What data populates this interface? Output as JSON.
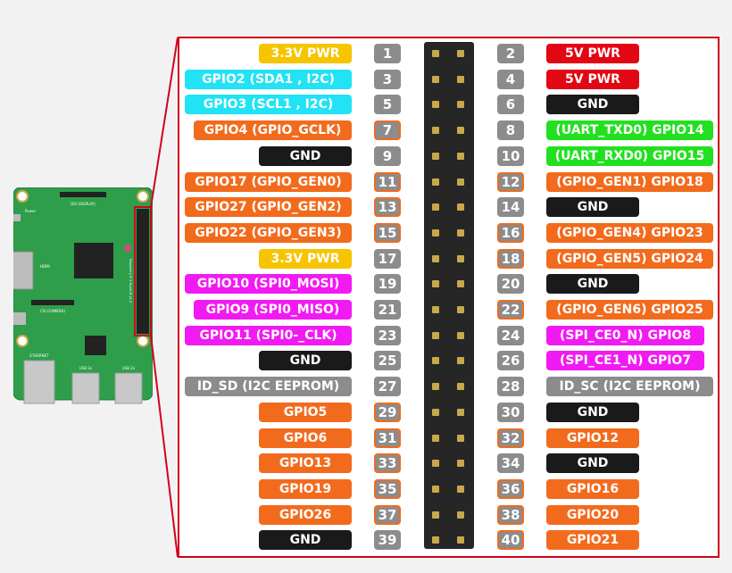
{
  "colors": {
    "power33": "#f6c400",
    "power5": "#e30613",
    "ground": "#1a1a1a",
    "i2c": "#21e3f5",
    "gpio": "#f26b1d",
    "uart": "#22e020",
    "spi": "#f21af2",
    "eeprom": "#8c8c8c",
    "pin_number": "#8c8c8c",
    "frame": "#d0021b",
    "header": "#262626",
    "board": "#2e9e4a"
  },
  "pins": [
    {
      "num": "1",
      "label": "3.3V PWR",
      "kind": "power33",
      "gpio": false
    },
    {
      "num": "2",
      "label": "5V PWR",
      "kind": "power5",
      "gpio": false
    },
    {
      "num": "3",
      "label": "GPIO2 (SDA1 , I2C)",
      "kind": "i2c",
      "gpio": false
    },
    {
      "num": "4",
      "label": "5V PWR",
      "kind": "power5",
      "gpio": false
    },
    {
      "num": "5",
      "label": "GPIO3 (SCL1 , I2C)",
      "kind": "i2c",
      "gpio": false
    },
    {
      "num": "6",
      "label": "GND",
      "kind": "ground",
      "gpio": false
    },
    {
      "num": "7",
      "label": "GPIO4 (GPIO_GCLK)",
      "kind": "gpio",
      "gpio": true
    },
    {
      "num": "8",
      "label": "(UART_TXD0) GPIO14",
      "kind": "uart",
      "gpio": false
    },
    {
      "num": "9",
      "label": "GND",
      "kind": "ground",
      "gpio": false
    },
    {
      "num": "10",
      "label": "(UART_RXD0) GPIO15",
      "kind": "uart",
      "gpio": false
    },
    {
      "num": "11",
      "label": "GPIO17 (GPIO_GEN0)",
      "kind": "gpio",
      "gpio": true
    },
    {
      "num": "12",
      "label": "(GPIO_GEN1) GPIO18",
      "kind": "gpio",
      "gpio": true
    },
    {
      "num": "13",
      "label": "GPIO27 (GPIO_GEN2)",
      "kind": "gpio",
      "gpio": true
    },
    {
      "num": "14",
      "label": "GND",
      "kind": "ground",
      "gpio": false
    },
    {
      "num": "15",
      "label": "GPIO22 (GPIO_GEN3)",
      "kind": "gpio",
      "gpio": true
    },
    {
      "num": "16",
      "label": "(GPIO_GEN4) GPIO23",
      "kind": "gpio",
      "gpio": true
    },
    {
      "num": "17",
      "label": "3.3V PWR",
      "kind": "power33",
      "gpio": false
    },
    {
      "num": "18",
      "label": "(GPIO_GEN5) GPIO24",
      "kind": "gpio",
      "gpio": true
    },
    {
      "num": "19",
      "label": "GPIO10 (SPI0_MOSI)",
      "kind": "spi",
      "gpio": false
    },
    {
      "num": "20",
      "label": "GND",
      "kind": "ground",
      "gpio": false
    },
    {
      "num": "21",
      "label": "GPIO9 (SPI0_MISO)",
      "kind": "spi",
      "gpio": false
    },
    {
      "num": "22",
      "label": "(GPIO_GEN6) GPIO25",
      "kind": "gpio",
      "gpio": true
    },
    {
      "num": "23",
      "label": "GPIO11 (SPI0-_CLK)",
      "kind": "spi",
      "gpio": false
    },
    {
      "num": "24",
      "label": "(SPI_CE0_N) GPIO8",
      "kind": "spi",
      "gpio": false
    },
    {
      "num": "25",
      "label": "GND",
      "kind": "ground",
      "gpio": false
    },
    {
      "num": "26",
      "label": "(SPI_CE1_N) GPIO7",
      "kind": "spi",
      "gpio": false
    },
    {
      "num": "27",
      "label": "ID_SD (I2C EEPROM)",
      "kind": "eeprom",
      "gpio": false
    },
    {
      "num": "28",
      "label": "ID_SC (I2C EEPROM)",
      "kind": "eeprom",
      "gpio": false
    },
    {
      "num": "29",
      "label": "GPIO5",
      "kind": "gpio",
      "gpio": true
    },
    {
      "num": "30",
      "label": "GND",
      "kind": "ground",
      "gpio": false
    },
    {
      "num": "31",
      "label": "GPIO6",
      "kind": "gpio",
      "gpio": true
    },
    {
      "num": "32",
      "label": "GPIO12",
      "kind": "gpio",
      "gpio": true
    },
    {
      "num": "33",
      "label": "GPIO13",
      "kind": "gpio",
      "gpio": true
    },
    {
      "num": "34",
      "label": "GND",
      "kind": "ground",
      "gpio": false
    },
    {
      "num": "35",
      "label": "GPIO19",
      "kind": "gpio",
      "gpio": true
    },
    {
      "num": "36",
      "label": "GPIO16",
      "kind": "gpio",
      "gpio": true
    },
    {
      "num": "37",
      "label": "GPIO26",
      "kind": "gpio",
      "gpio": true
    },
    {
      "num": "38",
      "label": "GPIO20",
      "kind": "gpio",
      "gpio": true
    },
    {
      "num": "39",
      "label": "GND",
      "kind": "ground",
      "gpio": false
    },
    {
      "num": "40",
      "label": "GPIO21",
      "kind": "gpio",
      "gpio": true
    }
  ],
  "board": {
    "display_label": "DSI (DISPLAY)",
    "hdmi_label": "HDMI",
    "camera_label": "CSI (CAMERA)",
    "power_label": "Power",
    "ethernet_label": "ETHERNET",
    "usb_label_1": "USB 2x",
    "usb_label_2": "USB 2x",
    "model_text": "Raspberry Pi 3 Model B v1.2"
  }
}
